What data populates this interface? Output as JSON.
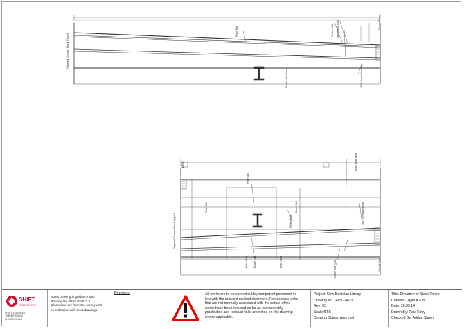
{
  "drawing": {
    "top_view": {
      "side_label": "Tapered Corner Stack Type B",
      "callouts": [
        "Plate Tab",
        "Fasten Bolt",
        "Fasten Bolt Rod",
        "Ground Floor",
        "Dowel Nail Rod",
        "160° Vertical Bracing"
      ]
    },
    "bottom_view": {
      "side_label": "Tapered Corner Stack Type A",
      "top_dim": "1,152",
      "callouts": [
        "Plate Tab",
        "Note: Bolts fixed",
        "Dowel Nail",
        "Fasten Bolt",
        "160° Vertical Bracing",
        "Plate Tab",
        "Plate Stack",
        "Dowel Nail",
        "Plate Stack",
        "Dowel Nail Rod",
        "Ground Floor"
      ]
    }
  },
  "title_block": {
    "company": {
      "name": "SHIFT",
      "tagline": "COMPUTING",
      "footer_lines": [
        "SHIFT SERVICES",
        "TIMBER STACK",
        "ENGINEERING"
      ]
    },
    "notes": {
      "line1": "Notes drawing in guidance with",
      "line2": "Drawing No. 3210-8103-A-8",
      "line3": "dimensions are from site survey and",
      "line4": "co-ordination with OAG drawings"
    },
    "revisions_label": "Revisions:",
    "warning": {
      "line1": "All works are to be carried out by competent personnel in",
      "line2": "line with the relevant method statement. Foreseeable risks",
      "line3": "that are not normally associated with the nature of the",
      "line4": "works have been reduced so far as is reasonably",
      "line5": "practicable and residual risks are noted on this drawing",
      "line6": "where applicable."
    },
    "project": "Project: New Bodleian Library",
    "drawing_no": "Drawing No.: 4450-0403",
    "rev": "Rev: 02",
    "scale": "Scale NTS",
    "status": "Drawing Status: Approval",
    "title_line1": "Title: Elevation of Stack Timber",
    "title_line2": "Corners - Type A & B",
    "date": "Date: 20.09.14",
    "drawn_by": "Drawn By: Paul Kirby",
    "checked_by": "Checked By: Adrian Slavin"
  }
}
